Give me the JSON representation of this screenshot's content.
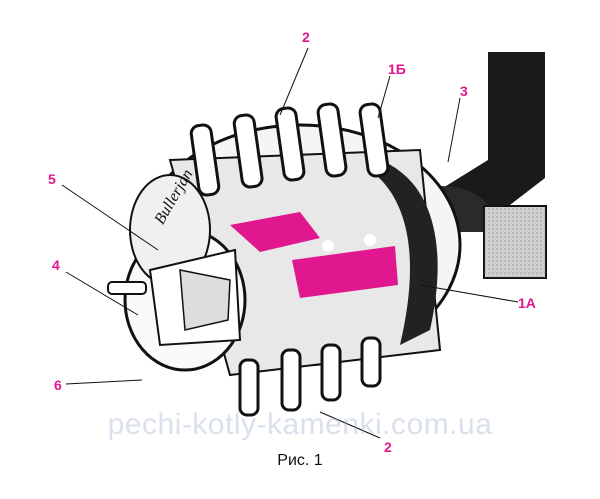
{
  "figure": {
    "caption": "Рис. 1",
    "watermark": "pechi-kotly-kamenki.com.ua",
    "door_lettering": "Bullerjan",
    "labels": {
      "top_2": "2",
      "top_1b": "1Б",
      "top_3": "3",
      "left_5": "5",
      "left_4": "4",
      "left_6": "6",
      "right_1a": "1А",
      "bottom_2": "2"
    }
  },
  "colors": {
    "callout": "#e0178e",
    "firebox_glow": "#e0178e",
    "ink": "#111111",
    "insulation": "#cfcfcf"
  }
}
